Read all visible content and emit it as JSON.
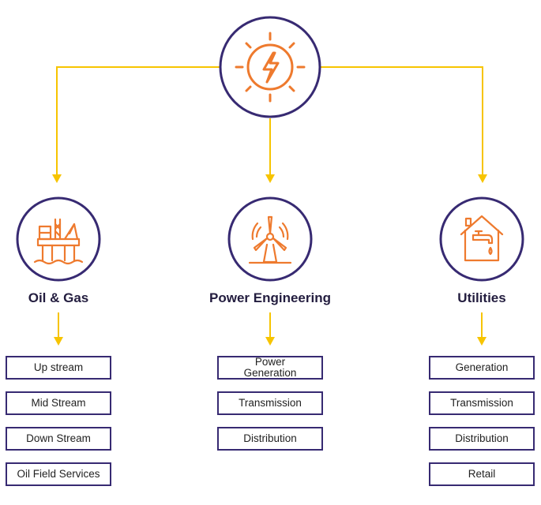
{
  "colors": {
    "arrow": "#f7c400",
    "circle_border": "#372a72",
    "icon": "#ee7a2e",
    "box_border": "#372a72",
    "title_text": "#231d3f"
  },
  "root": {
    "icon": "sun-lightning-icon"
  },
  "sectors": [
    {
      "title": "Oil & Gas",
      "icon": "oil-rig-icon",
      "items": [
        "Up stream",
        "Mid Stream",
        "Down Stream",
        "Oil Field Services"
      ]
    },
    {
      "title": "Power Engineering",
      "icon": "wind-turbine-icon",
      "items": [
        "Power Generation",
        "Transmission",
        "Distribution"
      ]
    },
    {
      "title": "Utilities",
      "icon": "house-faucet-icon",
      "items": [
        "Generation",
        "Transmission",
        "Distribution",
        "Retail"
      ]
    }
  ]
}
